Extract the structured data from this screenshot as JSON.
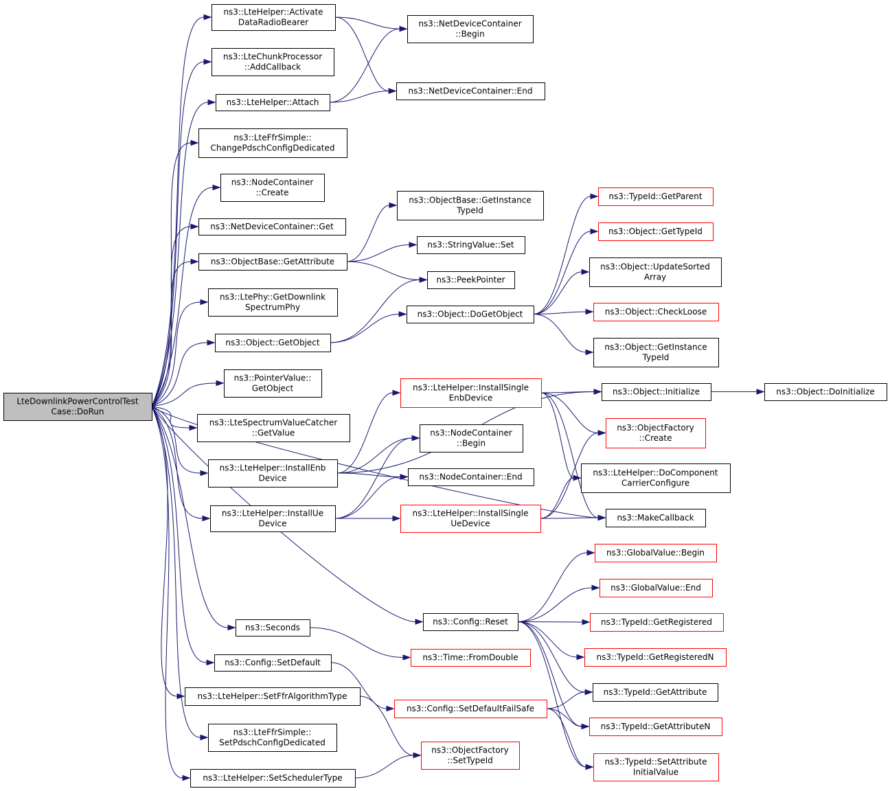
{
  "colors": {
    "edge": "#191970",
    "root_fill": "#bfbfbf",
    "box_fill": "#ffffff",
    "normal_border": "#000000",
    "red_border": "#ff0000"
  },
  "nodes": {
    "root": [
      "LteDownlinkPowerControlTest",
      "Case::DoRun"
    ],
    "activateDRB": [
      "ns3::LteHelper::Activate",
      "DataRadioBearer"
    ],
    "chunkAddCb": [
      "ns3::LteChunkProcessor",
      "::AddCallback"
    ],
    "attach": [
      "ns3::LteHelper::Attach"
    ],
    "ffrChange": [
      "ns3::LteFfrSimple::",
      "ChangePdschConfigDedicated"
    ],
    "nodeCreate": [
      "ns3::NodeContainer",
      "::Create"
    ],
    "ndcGet": [
      "ns3::NetDeviceContainer::Get"
    ],
    "obGetAttr": [
      "ns3::ObjectBase::GetAttribute"
    ],
    "ltePhyDl": [
      "ns3::LtePhy::GetDownlink",
      "SpectrumPhy"
    ],
    "objGetObject": [
      "ns3::Object::GetObject"
    ],
    "ptrGetObject": [
      "ns3::PointerValue::",
      "GetObject"
    ],
    "svcGetValue": [
      "ns3::LteSpectrumValueCatcher",
      "::GetValue"
    ],
    "installEnb": [
      "ns3::LteHelper::InstallEnb",
      "Device"
    ],
    "installUe": [
      "ns3::LteHelper::InstallUe",
      "Device"
    ],
    "seconds": [
      "ns3::Seconds"
    ],
    "cfgSetDefault": [
      "ns3::Config::SetDefault"
    ],
    "setFfrType": [
      "ns3::LteHelper::SetFfrAlgorithmType"
    ],
    "ffrSetPdsch": [
      "ns3::LteFfrSimple::",
      "SetPdschConfigDedicated"
    ],
    "setSchedType": [
      "ns3::LteHelper::SetSchedulerType"
    ],
    "ndcBegin": [
      "ns3::NetDeviceContainer",
      "::Begin"
    ],
    "ndcEnd": [
      "ns3::NetDeviceContainer::End"
    ],
    "obGetInstTid": [
      "ns3::ObjectBase::GetInstance",
      "TypeId"
    ],
    "strSet": [
      "ns3::StringValue::Set"
    ],
    "peekPtr": [
      "ns3::PeekPointer"
    ],
    "doGetObject": [
      "ns3::Object::DoGetObject"
    ],
    "installSingleEnb": [
      "ns3::LteHelper::InstallSingle",
      "EnbDevice"
    ],
    "ncBegin": [
      "ns3::NodeContainer",
      "::Begin"
    ],
    "ncEnd": [
      "ns3::NodeContainer::End"
    ],
    "installSingleUe": [
      "ns3::LteHelper::InstallSingle",
      "UeDevice"
    ],
    "cfgReset": [
      "ns3::Config::Reset"
    ],
    "timeFromDouble": [
      "ns3::Time::FromDouble"
    ],
    "cfgSetDefaultFS": [
      "ns3::Config::SetDefaultFailSafe"
    ],
    "ofSetTypeId": [
      "ns3::ObjectFactory",
      "::SetTypeId"
    ],
    "tidGetParent": [
      "ns3::TypeId::GetParent"
    ],
    "objGetTypeId": [
      "ns3::Object::GetTypeId"
    ],
    "objUpdSorted": [
      "ns3::Object::UpdateSorted",
      "Array"
    ],
    "objCheckLoose": [
      "ns3::Object::CheckLoose"
    ],
    "objGetInstTid": [
      "ns3::Object::GetInstance",
      "TypeId"
    ],
    "objInitialize": [
      "ns3::Object::Initialize"
    ],
    "ofCreate": [
      "ns3::ObjectFactory",
      "::Create"
    ],
    "doCCConfig": [
      "ns3::LteHelper::DoComponent",
      "CarrierConfigure"
    ],
    "makeCallback": [
      "ns3::MakeCallback"
    ],
    "gvBegin": [
      "ns3::GlobalValue::Begin"
    ],
    "gvEnd": [
      "ns3::GlobalValue::End"
    ],
    "tidGetRegistered": [
      "ns3::TypeId::GetRegistered"
    ],
    "tidGetRegisteredN": [
      "ns3::TypeId::GetRegisteredN"
    ],
    "tidGetAttribute": [
      "ns3::TypeId::GetAttribute"
    ],
    "tidGetAttributeN": [
      "ns3::TypeId::GetAttributeN"
    ],
    "tidSetAttrInit": [
      "ns3::TypeId::SetAttribute",
      "InitialValue"
    ],
    "objDoInitialize": [
      "ns3::Object::DoInitialize"
    ]
  },
  "edges": [
    [
      "root",
      "activateDRB"
    ],
    [
      "root",
      "chunkAddCb"
    ],
    [
      "root",
      "attach"
    ],
    [
      "root",
      "ffrChange"
    ],
    [
      "root",
      "nodeCreate"
    ],
    [
      "root",
      "ndcGet"
    ],
    [
      "root",
      "obGetAttr"
    ],
    [
      "root",
      "ltePhyDl"
    ],
    [
      "root",
      "objGetObject"
    ],
    [
      "root",
      "ptrGetObject"
    ],
    [
      "root",
      "svcGetValue"
    ],
    [
      "root",
      "installEnb"
    ],
    [
      "root",
      "installUe"
    ],
    [
      "root",
      "makeCallback"
    ],
    [
      "root",
      "cfgReset"
    ],
    [
      "root",
      "seconds"
    ],
    [
      "root",
      "cfgSetDefault"
    ],
    [
      "root",
      "setFfrType"
    ],
    [
      "root",
      "ffrSetPdsch"
    ],
    [
      "root",
      "setSchedType"
    ],
    [
      "activateDRB",
      "ndcBegin"
    ],
    [
      "activateDRB",
      "ndcEnd"
    ],
    [
      "attach",
      "ndcBegin"
    ],
    [
      "attach",
      "ndcEnd"
    ],
    [
      "obGetAttr",
      "obGetInstTid"
    ],
    [
      "obGetAttr",
      "strSet"
    ],
    [
      "obGetAttr",
      "peekPtr"
    ],
    [
      "objGetObject",
      "peekPtr"
    ],
    [
      "objGetObject",
      "doGetObject"
    ],
    [
      "doGetObject",
      "tidGetParent"
    ],
    [
      "doGetObject",
      "objGetTypeId"
    ],
    [
      "doGetObject",
      "objUpdSorted"
    ],
    [
      "doGetObject",
      "objCheckLoose"
    ],
    [
      "doGetObject",
      "objGetInstTid"
    ],
    [
      "installEnb",
      "objInitialize"
    ],
    [
      "installEnb",
      "installSingleEnb"
    ],
    [
      "installEnb",
      "ncBegin"
    ],
    [
      "installEnb",
      "ncEnd"
    ],
    [
      "installUe",
      "ncBegin"
    ],
    [
      "installUe",
      "ncEnd"
    ],
    [
      "installUe",
      "installSingleUe"
    ],
    [
      "installSingleEnb",
      "objInitialize"
    ],
    [
      "installSingleEnb",
      "ofCreate"
    ],
    [
      "installSingleEnb",
      "doCCConfig"
    ],
    [
      "installSingleEnb",
      "makeCallback"
    ],
    [
      "installSingleUe",
      "ofCreate"
    ],
    [
      "installSingleUe",
      "doCCConfig"
    ],
    [
      "installSingleUe",
      "makeCallback"
    ],
    [
      "objInitialize",
      "objDoInitialize"
    ],
    [
      "cfgReset",
      "gvBegin"
    ],
    [
      "cfgReset",
      "gvEnd"
    ],
    [
      "cfgReset",
      "tidGetRegistered"
    ],
    [
      "cfgReset",
      "tidGetRegisteredN"
    ],
    [
      "cfgReset",
      "tidGetAttribute"
    ],
    [
      "cfgReset",
      "tidGetAttributeN"
    ],
    [
      "cfgReset",
      "tidSetAttrInit"
    ],
    [
      "seconds",
      "timeFromDouble"
    ],
    [
      "cfgSetDefault",
      "cfgSetDefaultFS"
    ],
    [
      "setFfrType",
      "ofSetTypeId"
    ],
    [
      "setSchedType",
      "ofSetTypeId"
    ],
    [
      "cfgSetDefaultFS",
      "tidGetAttribute"
    ],
    [
      "cfgSetDefaultFS",
      "tidGetAttributeN"
    ],
    [
      "cfgSetDefaultFS",
      "tidSetAttrInit"
    ]
  ]
}
